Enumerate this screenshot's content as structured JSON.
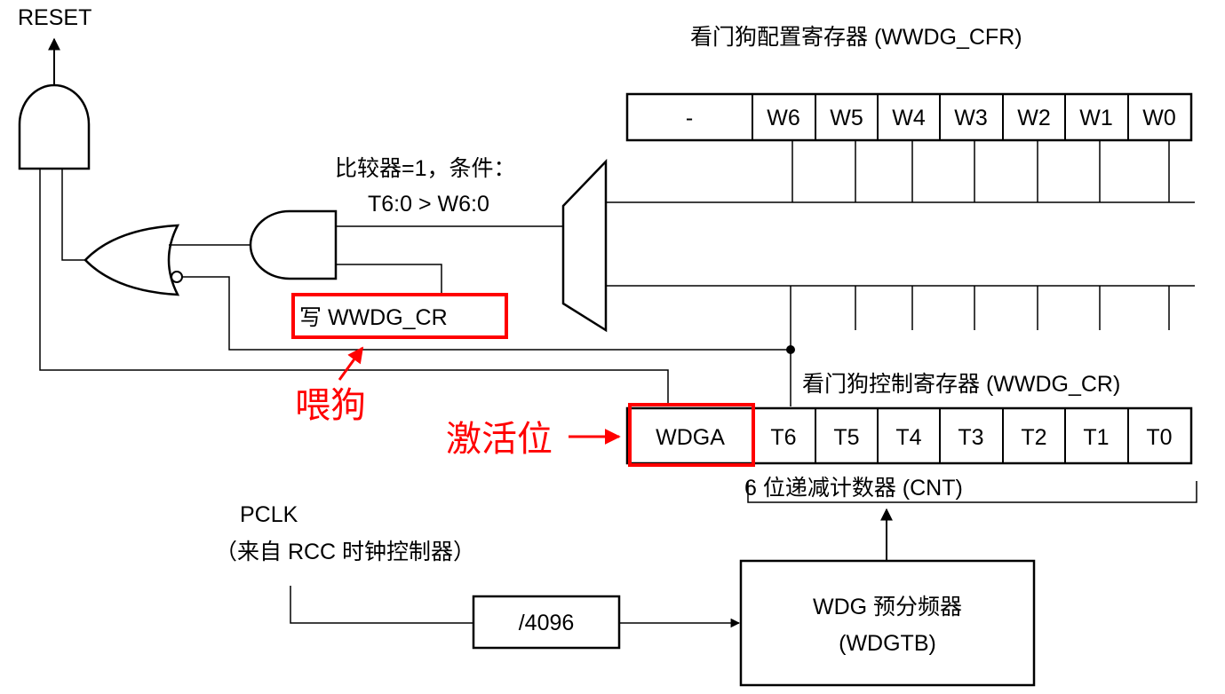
{
  "reset_label": "RESET",
  "cfr": {
    "title": "看门狗配置寄存器 (WWDG_CFR)",
    "cells": [
      "-",
      "W6",
      "W5",
      "W4",
      "W3",
      "W2",
      "W1",
      "W0"
    ]
  },
  "comparator": {
    "line1": "比较器=1，条件：",
    "line2": "T6:0 > W6:0"
  },
  "write_cr_label": "写 WWDG_CR",
  "feed_dog_label": "喂狗",
  "activate_label": "激活位",
  "cr": {
    "title": "看门狗控制寄存器 (WWDG_CR)",
    "cells": [
      "WDGA",
      "T6",
      "T5",
      "T4",
      "T3",
      "T2",
      "T1",
      "T0"
    ]
  },
  "counter_label": "6 位递减计数器 (CNT)",
  "pclk": {
    "line1": "PCLK",
    "line2": "（来自 RCC 时钟控制器）"
  },
  "divider_label": "/4096",
  "prescaler": {
    "line1": "WDG 预分频器",
    "line2": "(WDGTB)"
  },
  "colors": {
    "highlight": "#ff0000",
    "line": "#000000"
  }
}
